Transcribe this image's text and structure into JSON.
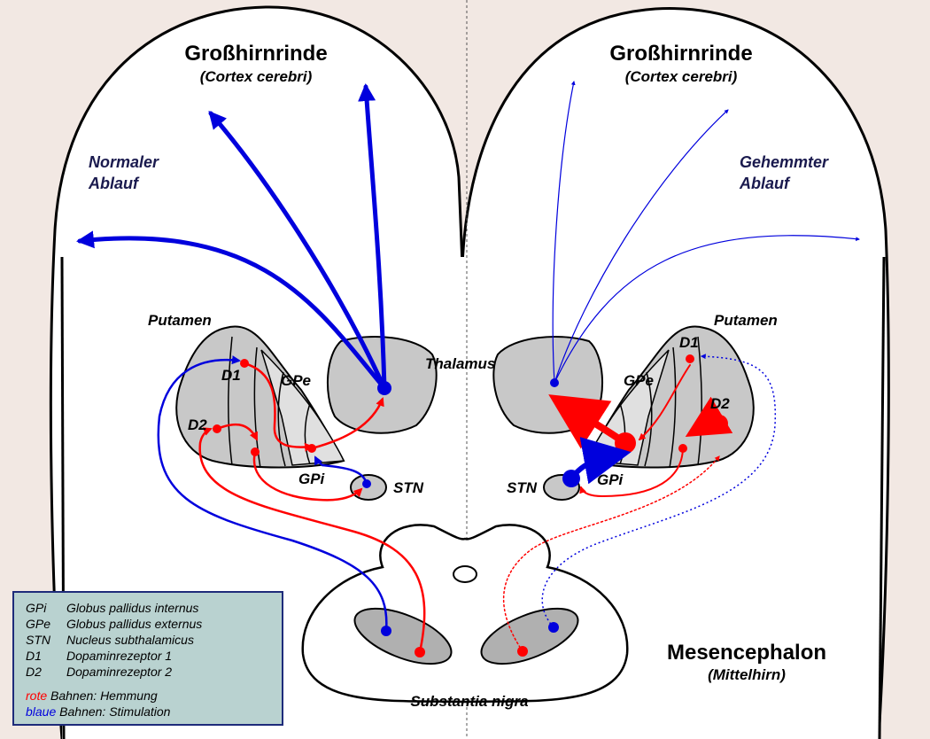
{
  "left_title": "Großhirnrinde",
  "left_subtitle": "(Cortex cerebri)",
  "right_title": "Großhirnrinde",
  "right_subtitle": "(Cortex cerebri)",
  "left_flow": [
    "Normaler",
    "Ablauf"
  ],
  "right_flow": [
    "Gehemmter",
    "Ablauf"
  ],
  "labels": {
    "putamen_left": "Putamen",
    "putamen_right": "Putamen",
    "thalamus": "Thalamus",
    "d1_left": "D1",
    "d2_left": "D2",
    "gpe_left": "GPe",
    "gpi_left": "GPi",
    "stn_left": "STN",
    "d1_right": "D1",
    "d2_right": "D2",
    "gpe_right": "GPe",
    "gpi_right": "GPi",
    "stn_right": "STN",
    "substantia_nigra": "Substantia nigra",
    "mesencephalon": "Mesencephalon",
    "mittelhirn": "(Mittelhirn)"
  },
  "legend": {
    "items": [
      {
        "abbr": "GPi",
        "text": "Globus pallidus internus"
      },
      {
        "abbr": "GPe",
        "text": "Globus pallidus externus"
      },
      {
        "abbr": "STN",
        "text": "Nucleus subthalamicus"
      },
      {
        "abbr": "D1",
        "text": "Dopaminrezeptor 1"
      },
      {
        "abbr": "D2",
        "text": "Dopaminrezeptor 2"
      }
    ],
    "red_word": "rote",
    "red_rest": " Bahnen: Hemmung",
    "blue_word": "blaue",
    "blue_rest": " Bahnen: Stimulation"
  },
  "colors": {
    "red": "#ff0000",
    "blue": "#0000dd",
    "region_dark": "#c8c8c8",
    "region_light": "#e0e0e0",
    "legend_bg": "#b9d2d0",
    "legend_border": "#1e2b7a"
  }
}
